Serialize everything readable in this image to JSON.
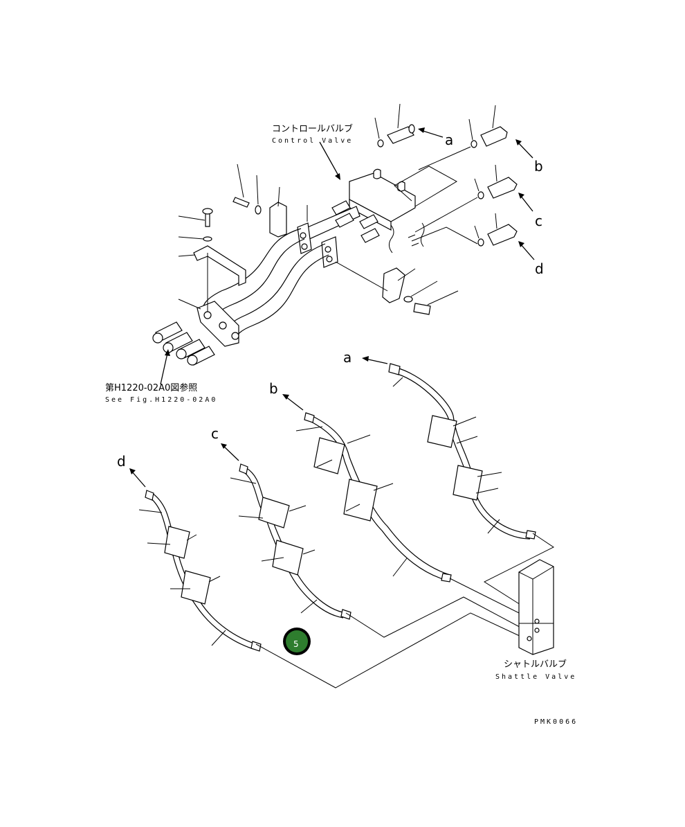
{
  "control_valve": {
    "jp": "コントロールバルブ",
    "en": "Control Valve"
  },
  "see_fig": {
    "jp": "第H1220-02A0図参照",
    "en": "See Fig.H1220-02A0"
  },
  "shuttle_valve": {
    "jp": "シャトルバルブ",
    "en": "Shattle Valve"
  },
  "figure_code": "PMK0066",
  "connection_labels": {
    "a": "a",
    "b": "b",
    "c": "c",
    "d": "d"
  },
  "callout": {
    "number": "5",
    "color": "#2e7d2e"
  }
}
